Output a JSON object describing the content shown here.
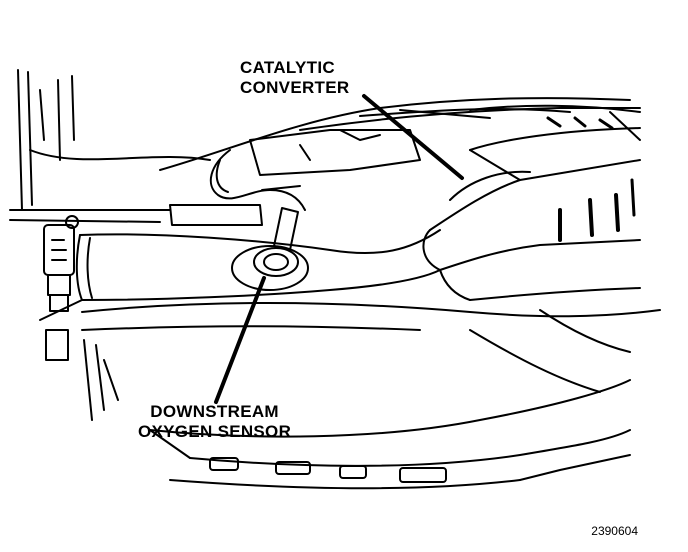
{
  "labels": {
    "catalytic_converter": [
      "CATALYTIC",
      "CONVERTER"
    ],
    "downstream_oxygen_sensor": [
      "DOWNSTREAM",
      "OXYGEN SENSOR"
    ]
  },
  "figure_id": "2390604",
  "colors": {
    "ink": "#000000",
    "paper": "#ffffff"
  }
}
